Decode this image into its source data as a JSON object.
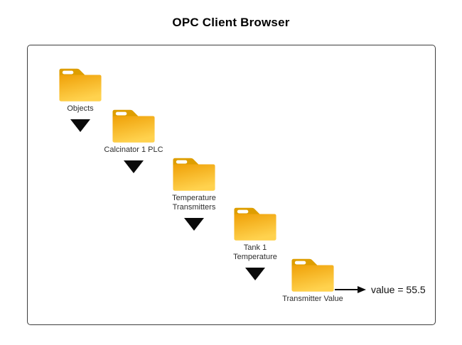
{
  "title": "OPC Client Browser",
  "diagram": {
    "nodes": [
      {
        "label": "Objects"
      },
      {
        "label": "Calcinator 1 PLC"
      },
      {
        "label": "Temperature\nTransmitters"
      },
      {
        "label": "Tank 1\nTemperature"
      },
      {
        "label": "Transmitter Value"
      }
    ],
    "value_text": "value = 55.5"
  },
  "icons": {
    "folder": "folder-icon",
    "expand": "triangle-down-icon",
    "value_pointer": "arrow-right-icon"
  },
  "colors": {
    "folder_tab": "#DE9E00",
    "folder_body_top": "#EFA007",
    "folder_body_bottom": "#FFD24E",
    "triangle": "#0A0A0A",
    "canvas_border": "#3D3D3D",
    "label_text": "#2E2E2E",
    "title_text": "#000000"
  }
}
